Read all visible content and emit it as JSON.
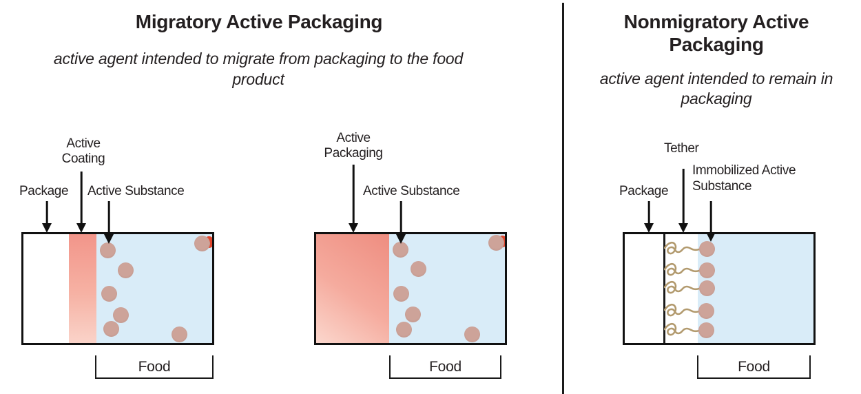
{
  "left_panel": {
    "title": "Migratory Active Packaging",
    "subtitle": "active agent intended to migrate from packaging to the food product",
    "coating_diagram": {
      "package_label": "Package",
      "active_coating_label": "Active Coating",
      "active_substance_label": "Active Substance",
      "food_label": "Food"
    },
    "packaging_diagram": {
      "active_packaging_label": "Active Packaging",
      "active_substance_label": "Active Substance",
      "food_label": "Food"
    }
  },
  "right_panel": {
    "title": "Nonmigratory Active Packaging",
    "subtitle": "active agent intended to remain in packaging",
    "tether_diagram": {
      "package_label": "Package",
      "tether_label": "Tether",
      "immobilized_active_substance_label": "Immobilized Active Substance",
      "food_label": "Food"
    }
  },
  "colors": {
    "active_layer_dark": "#ee8d80",
    "active_layer_light": "#fbd7cd",
    "food_fill": "#d9ecf8",
    "particle_fill": "#c9a097",
    "tether_stroke": "#b29a6e",
    "line_black": "#111111"
  }
}
